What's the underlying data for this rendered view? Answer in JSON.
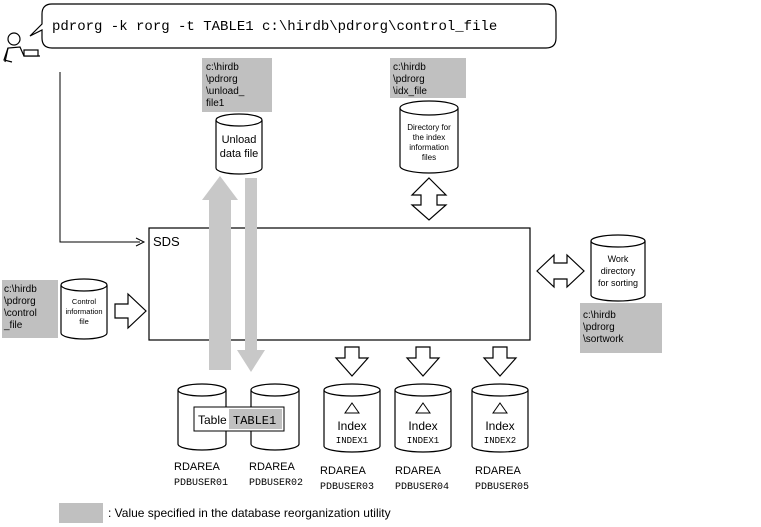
{
  "command": "pdrorg -k rorg -t TABLE1 c:\\hirdb\\pdrorg\\control_file",
  "unload_path": [
    "c:\\hirdb",
    "\\pdrorg",
    "\\unload_",
    "file1"
  ],
  "unload_label": [
    "Unload",
    "data file"
  ],
  "idx_path": [
    "c:\\hirdb",
    "\\pdrorg",
    "\\idx_file"
  ],
  "idx_label": [
    "Directory for",
    "the index",
    "information",
    "files"
  ],
  "sds_label": "SDS",
  "control_path": [
    "c:\\hirdb",
    "\\pdrorg",
    "\\control",
    "_file"
  ],
  "control_label": [
    "Control",
    "information",
    "file"
  ],
  "work_label": [
    "Work",
    "directory",
    "for sorting"
  ],
  "sortwork_path": [
    "c:\\hirdb",
    "\\pdrorg",
    "\\sortwork"
  ],
  "table": {
    "label": "Table",
    "name": "TABLE1"
  },
  "rdareas": [
    {
      "kind": "RDAREA",
      "name": "PDBUSER01"
    },
    {
      "kind": "RDAREA",
      "name": "PDBUSER02"
    },
    {
      "kind": "RDAREA",
      "name": "PDBUSER03"
    },
    {
      "kind": "RDAREA",
      "name": "PDBUSER04"
    },
    {
      "kind": "RDAREA",
      "name": "PDBUSER05"
    }
  ],
  "indexes": [
    {
      "label": "Index",
      "name": "INDEX1"
    },
    {
      "label": "Index",
      "name": "INDEX1"
    },
    {
      "label": "Index",
      "name": "INDEX2"
    }
  ],
  "legend_text": ": Value specified in the database reorganization utility",
  "colors": {
    "highlight": "#c0c0c0",
    "arrow_fill": "#c8c8c8",
    "stroke": "#000000"
  }
}
